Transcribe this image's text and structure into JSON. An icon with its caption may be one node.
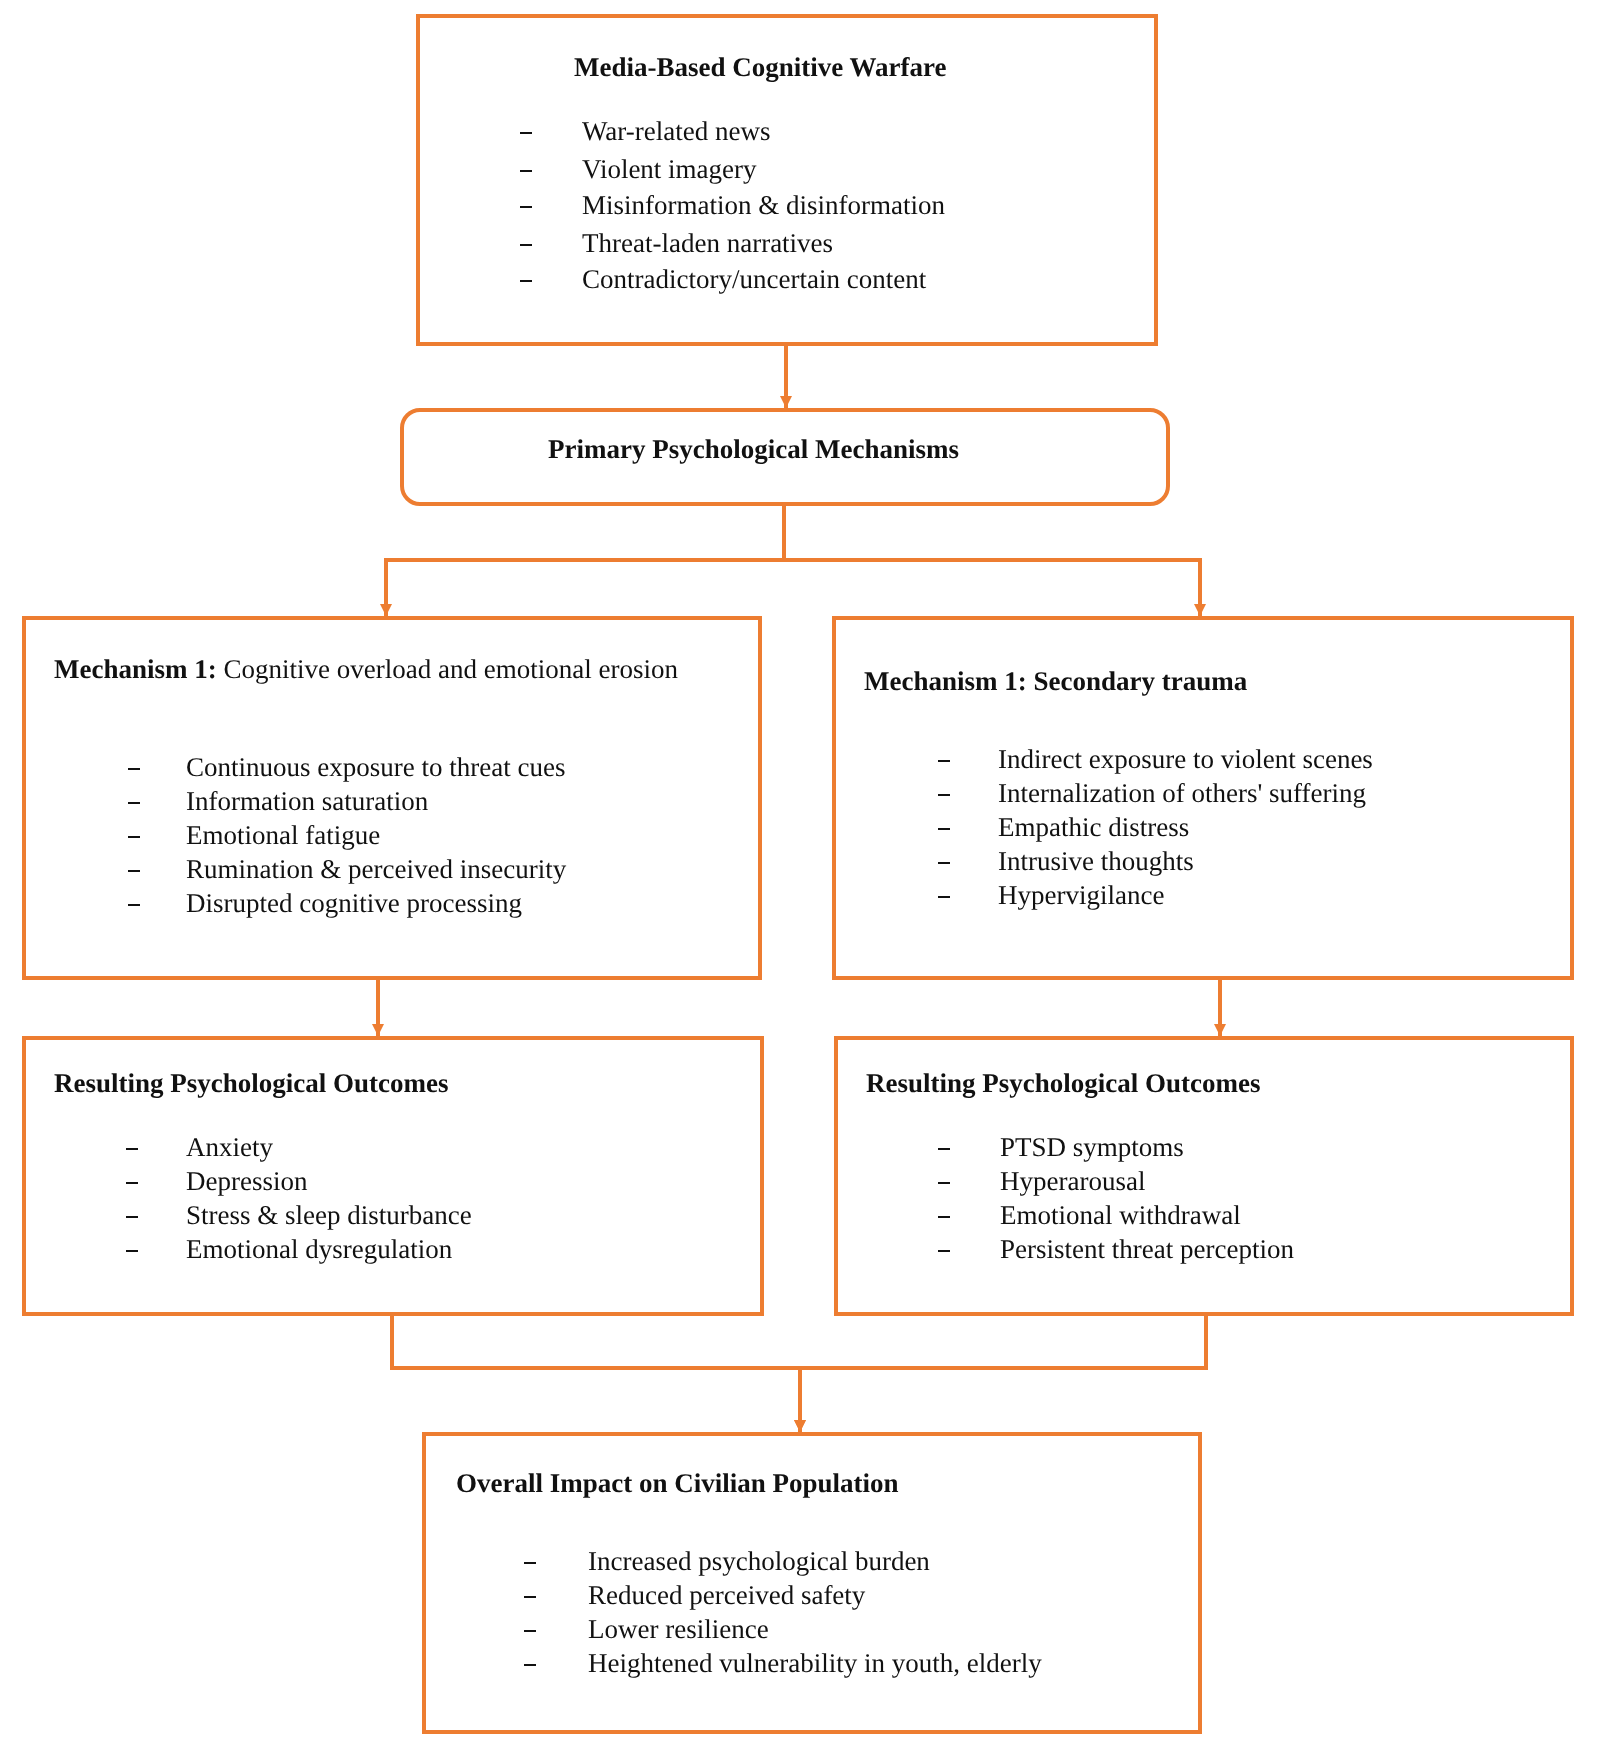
{
  "diagram": {
    "nodes": [
      {
        "text": [
          "Media-Based Cognitive Warfare",
          "War-related news",
          "Violent imagery",
          "Misinformation & disinformation",
          "Threat-laden narratives",
          "Contradictory/uncertain content"
        ]
      },
      {
        "text": [
          "Primary Psychological Mechanisms"
        ]
      },
      {
        "text": [
          "**Mechanism 1:** Cognitive overload and emotional erosion",
          "Continuous exposure to threat cues",
          "Information saturation",
          "Emotional fatigue",
          "Rumination & perceived insecurity",
          "Disrupted cognitive processing"
        ]
      },
      {
        "text": [
          "**Mechanism 1:** Secondary trauma",
          "Indirect exposure to violent scenes",
          "Internalization of others' suffering",
          "Empathic distress",
          "Intrusive thoughts",
          "Hypervigilance"
        ]
      },
      {
        "text": [
          "Resulting Psychological Outcomes",
          "Anxiety",
          "Depression",
          "Stress & sleep disturbance",
          "Emotional dysregulation"
        ]
      },
      {
        "text": [
          "Resulting Psychological Outcomes",
          "PTSD symptoms",
          "Hyperarousal",
          "Emotional withdrawal",
          "Persistent threat perception"
        ]
      },
      {
        "text": [
          "Overall Impact on Civilian Population",
          "Increased psychological burden",
          "Reduced perceived safety",
          "Lower resilience",
          "Heightened vulnerability in youth, elderly"
        ]
      }
    ],
    "edges": [
      {
        "from": 0,
        "to": 1,
        "arrow": "to"
      },
      {
        "from": 1,
        "to": 2,
        "arrow": "to"
      },
      {
        "from": 1,
        "to": 3,
        "arrow": "to"
      },
      {
        "from": 2,
        "to": 4,
        "arrow": "to"
      },
      {
        "from": 3,
        "to": 5,
        "arrow": "to"
      },
      {
        "from": 4,
        "to": 6,
        "arrow": "to"
      },
      {
        "from": 5,
        "to": 6,
        "arrow": "to"
      }
    ]
  }
}
